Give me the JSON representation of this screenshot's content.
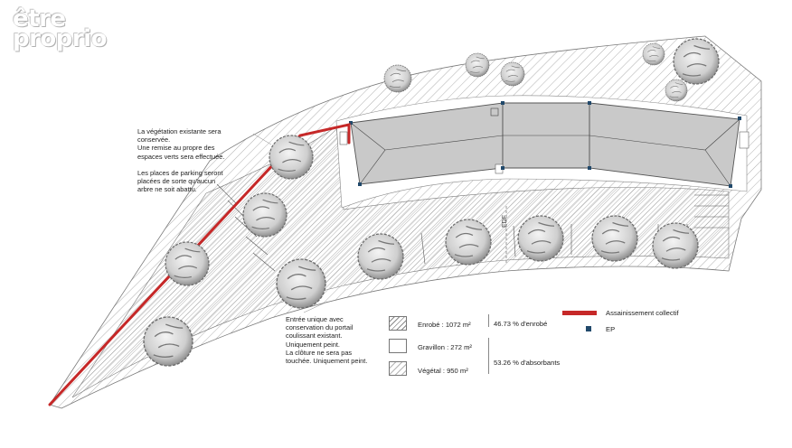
{
  "logo": {
    "line1": "être",
    "line2": "proprio"
  },
  "notes": {
    "vegetation": "La végétation existante sera\nconservée.\nUne remise au propre des\nespaces verts sera effectuée.\n\nLes places de parking seront\nplacées de sorte qu'aucun\narbre ne soit abattu.",
    "entrance": "Entrée unique avec\nconservation du portail\ncoulissant existant.\nUniquement peint.\nLa clôture ne sera pas\ntouchée. Uniquement peint."
  },
  "plan_labels": {
    "edf": "EDF"
  },
  "legend": {
    "enrobe": "Enrobé : 1072 m²",
    "gravillon": "Gravillon : 272 m²",
    "vegetal": "Végétal : 950 m²",
    "pct_enrobe": "46.73 % d'enrobé",
    "pct_absorbants": "53.26 % d'absorbants",
    "assainissement": "Assainissement collectif",
    "ep": "EP"
  },
  "colors": {
    "assainissement": "#c62828",
    "ep": "#21496b",
    "building": "#c9c9c9",
    "tree": "#9a9a9a"
  },
  "icons": {
    "tree": "tree-symbol",
    "manhole": "ep-square"
  }
}
